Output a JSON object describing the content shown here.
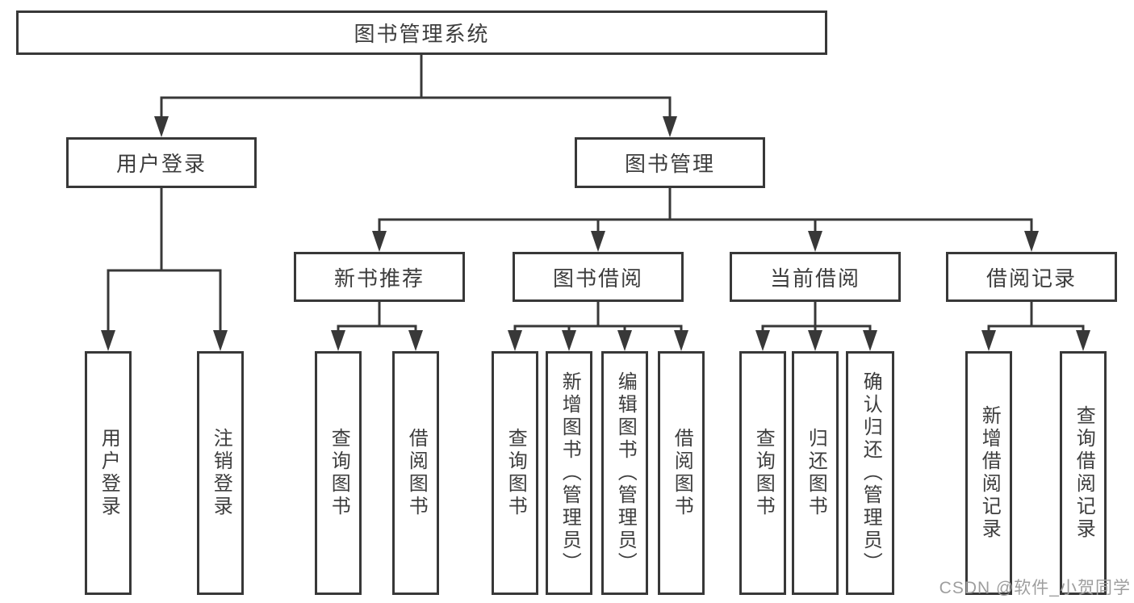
{
  "diagram_title": "图书管理系统",
  "tree": {
    "label": "图书管理系统",
    "children": [
      {
        "label": "用户登录",
        "children": [
          {
            "label": "用户登录"
          },
          {
            "label": "注销登录"
          }
        ]
      },
      {
        "label": "图书管理",
        "children": [
          {
            "label": "新书推荐",
            "children": [
              {
                "label": "查询图书"
              },
              {
                "label": "借阅图书"
              }
            ]
          },
          {
            "label": "图书借阅",
            "children": [
              {
                "label": "查询图书"
              },
              {
                "label": "新增图书（管理员）"
              },
              {
                "label": "编辑图书（管理员）"
              },
              {
                "label": "借阅图书"
              }
            ]
          },
          {
            "label": "当前借阅",
            "children": [
              {
                "label": "查询图书"
              },
              {
                "label": "归还图书"
              },
              {
                "label": "确认归还（管理员）"
              }
            ]
          },
          {
            "label": "借阅记录",
            "children": [
              {
                "label": "新增借阅记录"
              },
              {
                "label": "查询借阅记录"
              }
            ]
          }
        ]
      }
    ]
  },
  "watermark": "CSDN @软件_小贺同学",
  "colors": {
    "line": "#383838",
    "border": "#383838",
    "text": "#3d3d3d",
    "watermark_text": "#9e9e9e",
    "background": "#ffffff"
  }
}
